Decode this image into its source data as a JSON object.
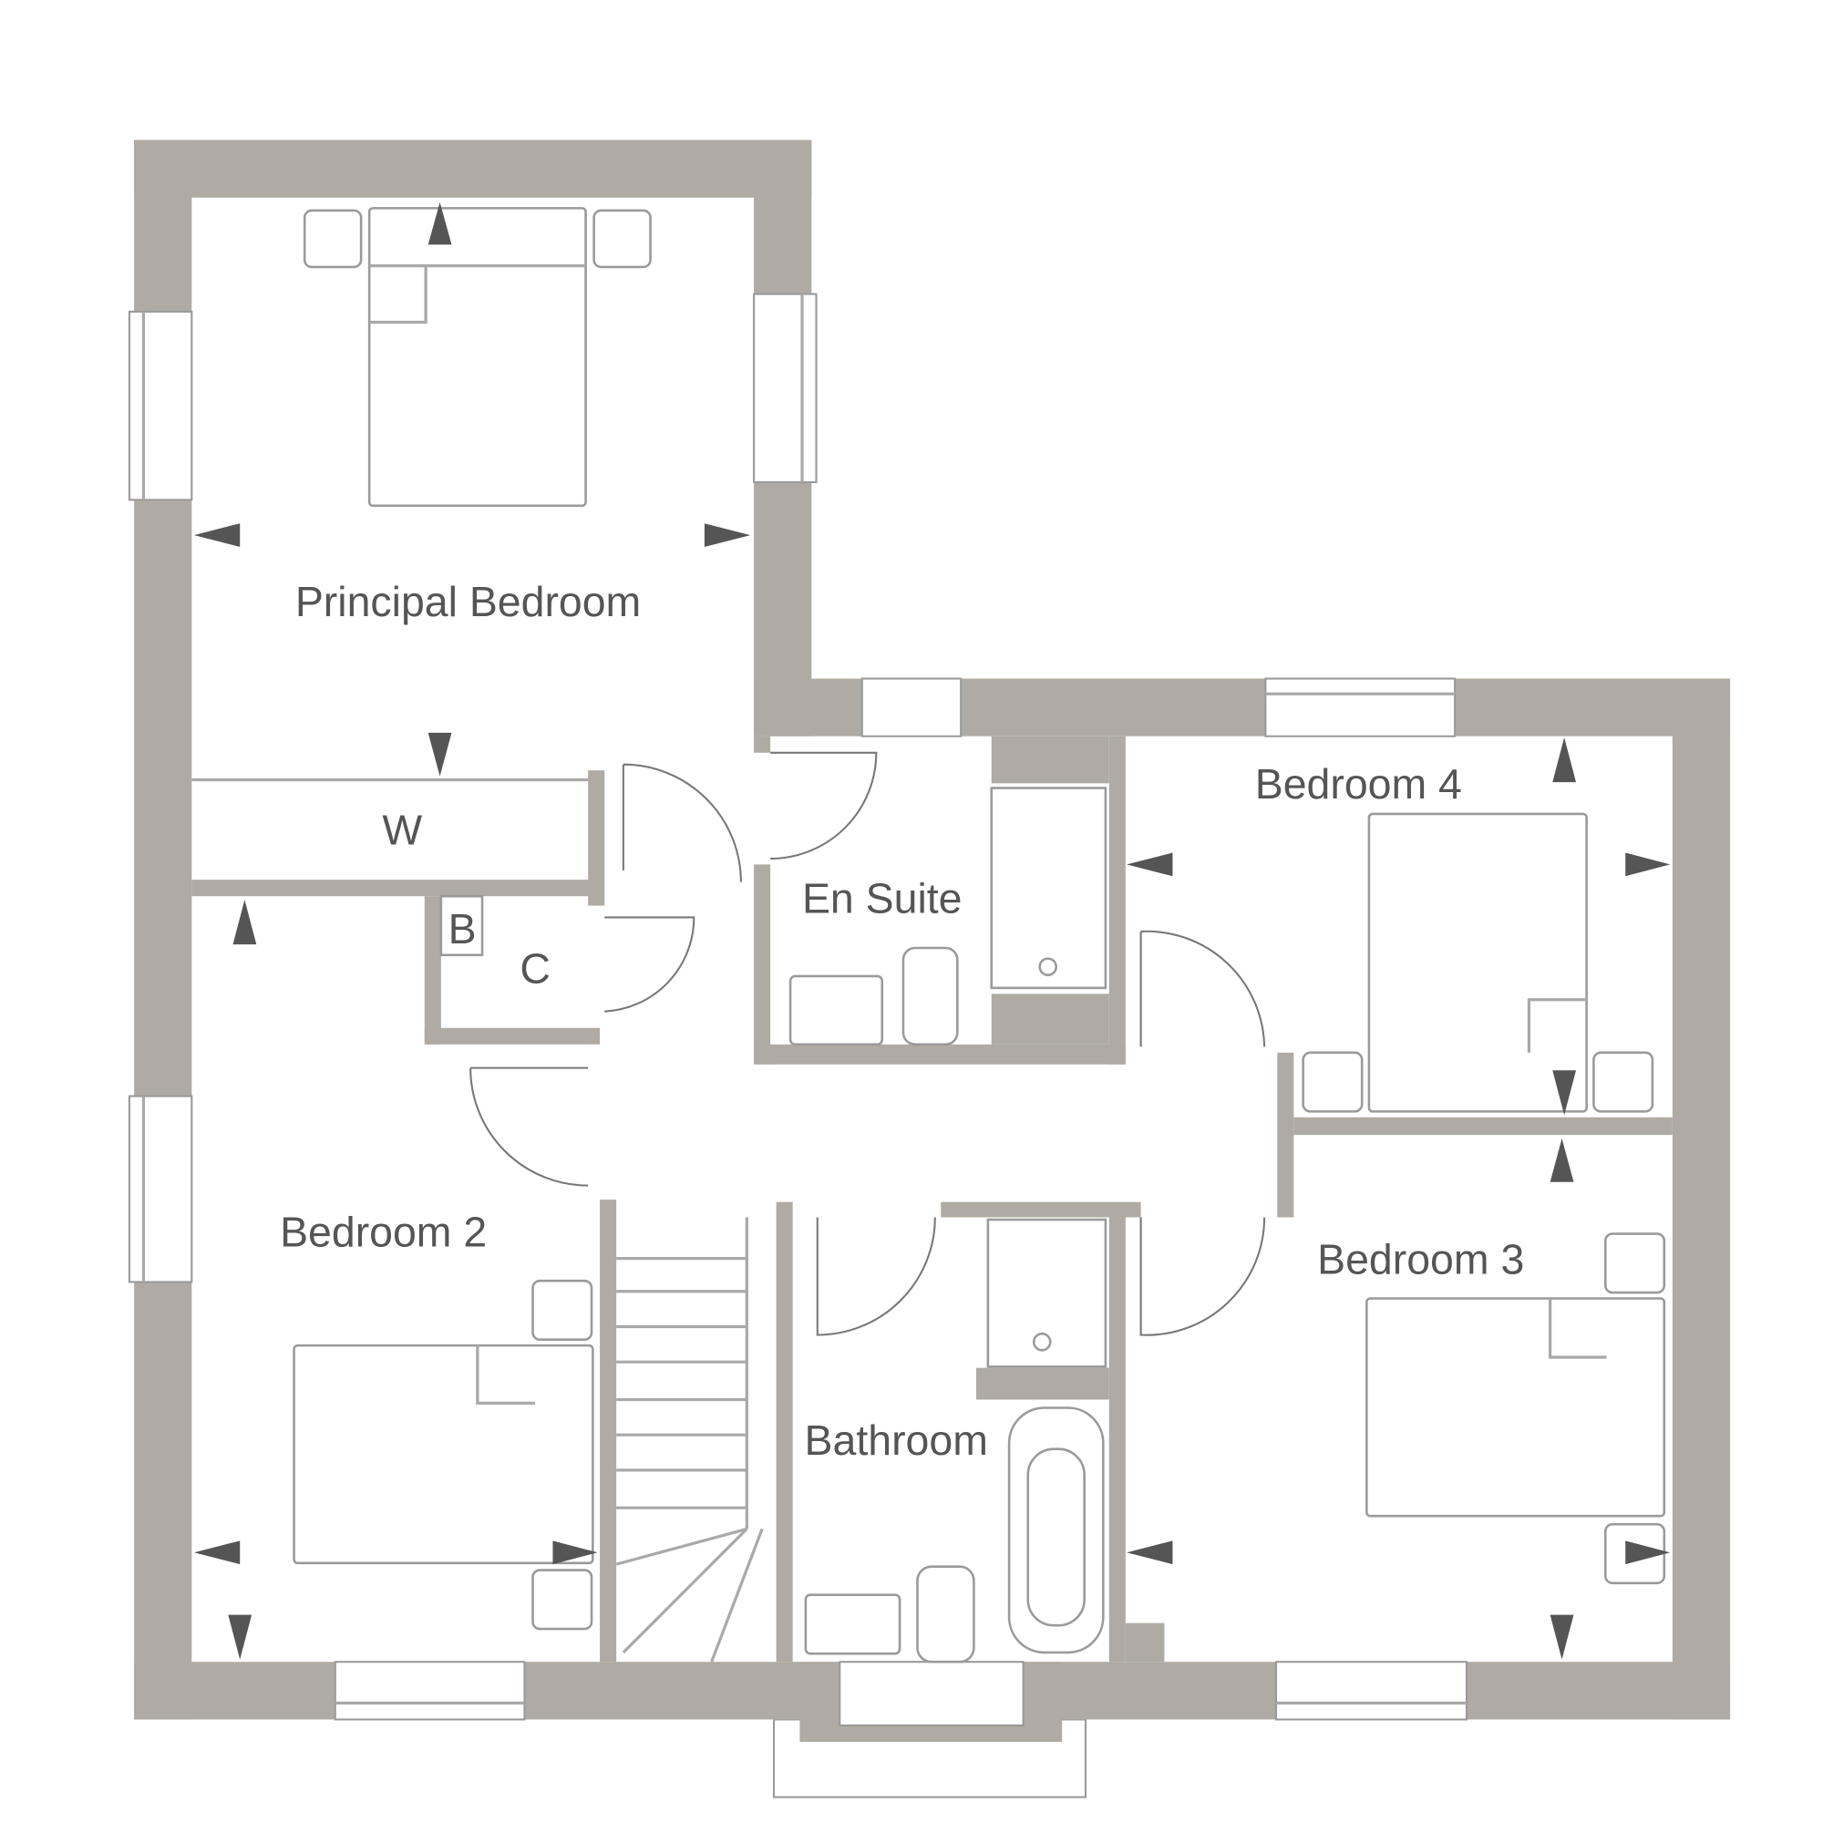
{
  "plan": {
    "rooms": {
      "principal_bedroom": "Principal Bedroom",
      "wardrobe": "W",
      "boiler": "B",
      "cupboard": "C",
      "en_suite": "En Suite",
      "bedroom_4": "Bedroom 4",
      "bedroom_2": "Bedroom 2",
      "bathroom": "Bathroom",
      "bedroom_3": "Bedroom 3"
    },
    "colors": {
      "wall": "#afaba4",
      "fixture_line": "#a9a9a9",
      "text": "#555555",
      "arrow": "#555555"
    }
  }
}
